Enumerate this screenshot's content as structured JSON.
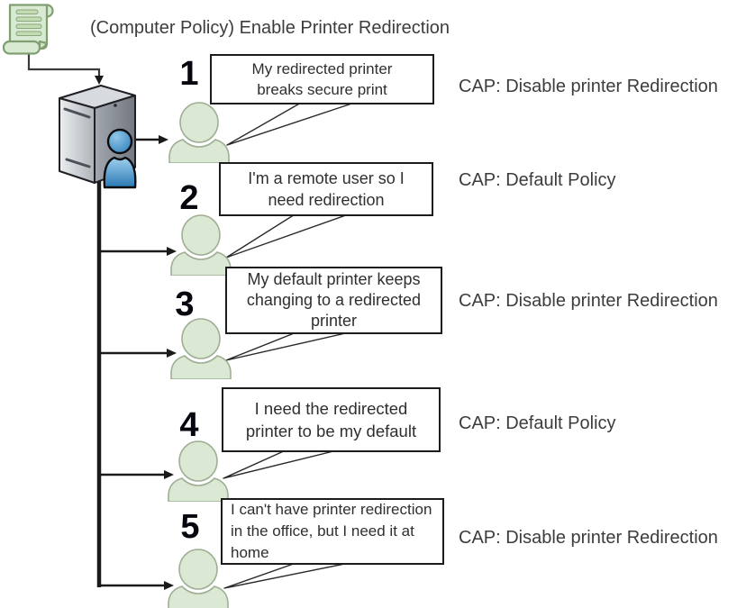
{
  "title": "(Computer Policy) Enable Printer Redirection",
  "rows": [
    {
      "number": "1",
      "bubble": "My redirected printer breaks secure print",
      "cap": "CAP: Disable printer Redirection"
    },
    {
      "number": "2",
      "bubble": "I'm a remote user so I need redirection",
      "cap": "CAP: Default Policy"
    },
    {
      "number": "3",
      "bubble": "My default printer keeps changing to a redirected printer",
      "cap": "CAP: Disable printer Redirection"
    },
    {
      "number": "4",
      "bubble": "I need the redirected printer to be my default",
      "cap": "CAP: Default Policy"
    },
    {
      "number": "5",
      "bubble": "I can't have printer redirection in the office, but I need it at home",
      "cap": "CAP: Disable printer Redirection"
    }
  ],
  "icons": {
    "policy_scroll": "green-scroll-policy-icon",
    "server": "server-tower-with-user-icon",
    "user": "green-user-silhouette-icon",
    "arrows": "black-connector-arrows"
  },
  "colors": {
    "background": "#ffffff",
    "text": "#3c3c3c",
    "bubble_border": "#1c1c1c",
    "number_text": "#06060e",
    "connector": "#1a1a1a",
    "scroll_fill": "#d9ead3",
    "scroll_stroke": "#7f9f71",
    "scroll_bars": "#c5dbb6",
    "user_fill": "#dbe8d3",
    "user_stroke": "#9fae95",
    "server_front_light": "#e9ebee",
    "server_front_dark": "#b0b4bb",
    "server_top": "#d7dbdf",
    "server_side_dark": "#737880",
    "blue_user_light": "#9fd0ee",
    "blue_user_dark": "#2a78b4"
  }
}
